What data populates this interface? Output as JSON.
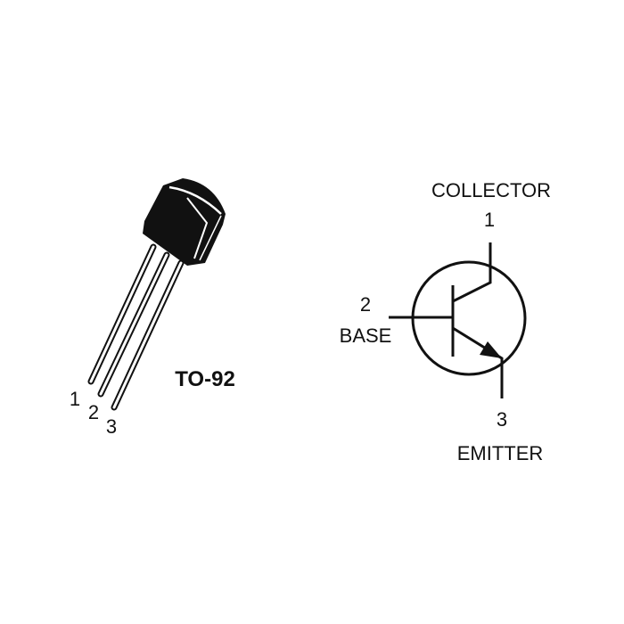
{
  "package": {
    "name": "TO-92",
    "pin_labels": [
      "1",
      "2",
      "3"
    ]
  },
  "symbol": {
    "type": "NPN transistor",
    "collector": {
      "number": "1",
      "label": "COLLECTOR"
    },
    "base": {
      "number": "2",
      "label": "BASE"
    },
    "emitter": {
      "number": "3",
      "label": "EMITTER"
    }
  },
  "colors": {
    "ink": "#111111",
    "background": "#ffffff"
  }
}
